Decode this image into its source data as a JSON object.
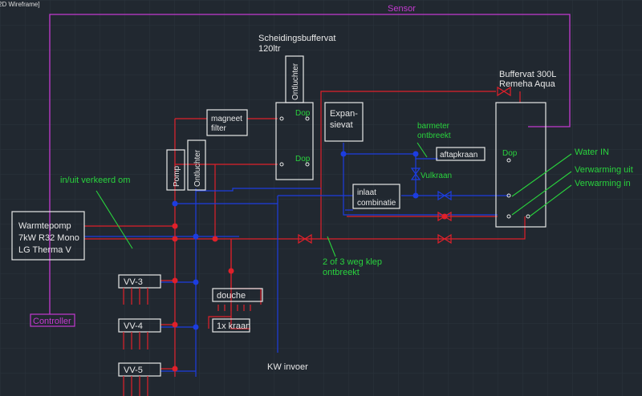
{
  "viewport": {
    "label": "2D Wireframe]"
  },
  "colors": {
    "background": "#212830",
    "grid": "#2b333d",
    "outline": "#e8e8e8",
    "supply_red": "#e0202a",
    "return_blue": "#1c3de0",
    "annotation_green": "#29d33d",
    "control_magenta": "#c43ad0"
  },
  "labels": {
    "sensor": "Sensor",
    "controller": "Controller",
    "heatpump_line1": "Warmtepomp",
    "heatpump_line2": "7kW R32 Mono",
    "heatpump_line3": "LG Therma V",
    "separator_title1": "Scheidingsbuffervat",
    "separator_title2": "120ltr",
    "separator_vent": "Ontluchter",
    "separator_plug_top": "Dop",
    "separator_plug_bottom": "Dop",
    "magnet_filter1": "magneet",
    "magnet_filter2": "filter",
    "pump": "Pomp",
    "pipe_vent": "Ontluchter",
    "expansion1": "Expan-",
    "expansion2": "sievat",
    "buffer_title1": "Buffervat 300L",
    "buffer_title2": "Remeha Aqua",
    "buffer_plug": "Dop",
    "drain_tap": "aftapkraan",
    "fill_tap": "Vulkraan",
    "inlet_combo1": "inlaat",
    "inlet_combo2": "combinatie",
    "vv3": "VV-3",
    "vv4": "VV-4",
    "vv5": "VV-5",
    "shower": "douche",
    "faucet": "1x kraan",
    "cold_water_inlet": "KW invoer"
  },
  "annotations": {
    "inout_wrong1": "in/uit verkeerd om",
    "pressure_gauge1": "barmeter",
    "pressure_gauge2": "ontbreekt",
    "three_way1": "2 of 3 weg klep",
    "three_way2": "ontbreekt",
    "water_in": "Water IN",
    "heating_out": "Verwarming uit",
    "heating_in": "Verwarming in"
  }
}
